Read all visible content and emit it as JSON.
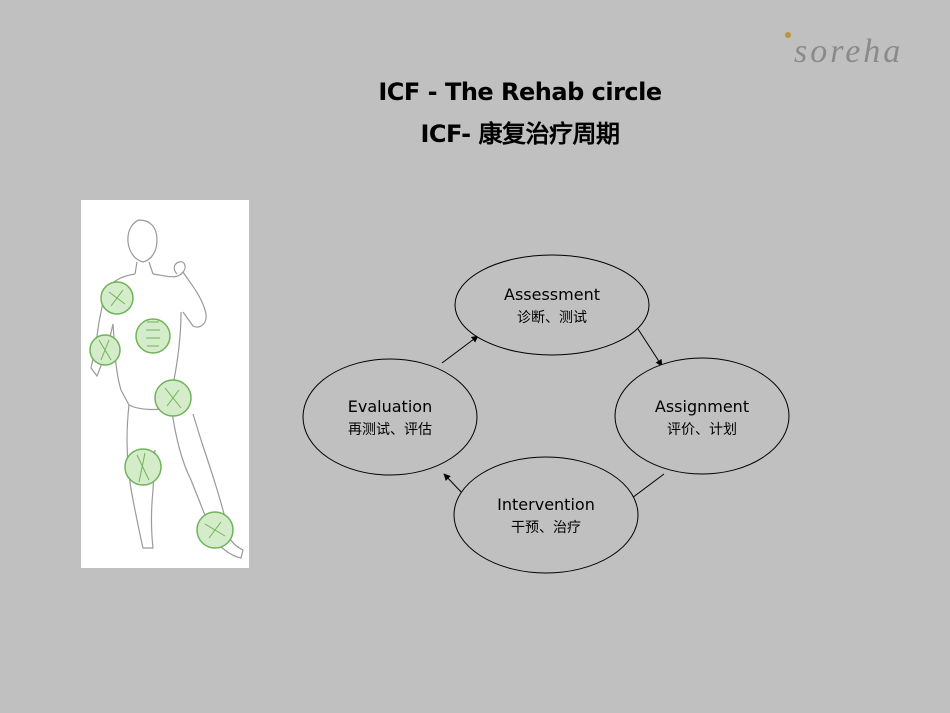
{
  "title": {
    "line1": "ICF - The Rehab circle",
    "line2": "ICF- 康复治疗周期"
  },
  "logo": {
    "text": "soreha",
    "accent_color": "#b8973a"
  },
  "diagram": {
    "nodes": [
      {
        "id": "assessment",
        "label": "Assessment",
        "sublabel": "诊断、测试"
      },
      {
        "id": "assignment",
        "label": "Assignment",
        "sublabel": "评价、计划"
      },
      {
        "id": "intervention",
        "label": "Intervention",
        "sublabel": "干预、治疗"
      },
      {
        "id": "evaluation",
        "label": "Evaluation",
        "sublabel": "再测试、评估"
      }
    ],
    "edges": [
      {
        "from": "assessment",
        "to": "assignment"
      },
      {
        "from": "assignment",
        "to": "intervention"
      },
      {
        "from": "intervention",
        "to": "evaluation"
      },
      {
        "from": "evaluation",
        "to": "assessment"
      }
    ]
  },
  "illustration": {
    "icon": "human-figure-icon",
    "highlight_color": "#6fb35a"
  }
}
